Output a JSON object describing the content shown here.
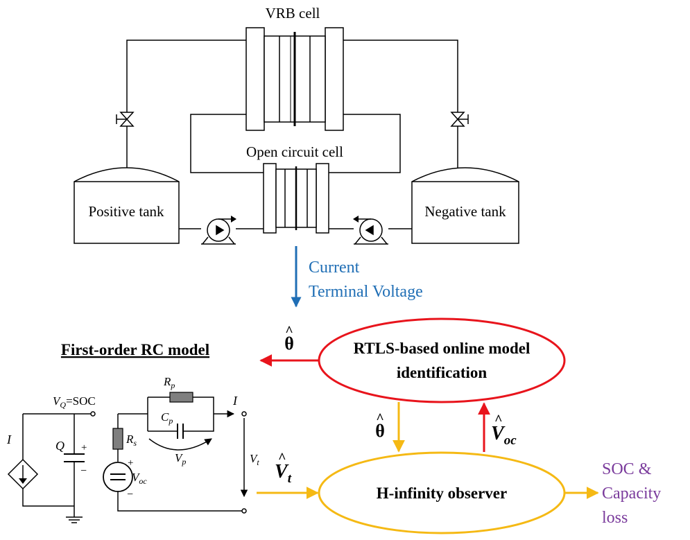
{
  "system": {
    "vrb_cell_label": "VRB cell",
    "open_circuit_cell_label": "Open circuit cell",
    "positive_tank_label": "Positive tank",
    "negative_tank_label": "Negative tank"
  },
  "signals": {
    "measured_line1": "Current",
    "measured_line2": "Terminal Voltage",
    "theta_hat": "θ",
    "theta_hat_2": "θ",
    "vt_hat_main": "V",
    "vt_hat_sub": "t",
    "voc_hat_main": "V",
    "voc_hat_sub": "oc"
  },
  "blocks": {
    "rtls_line1": "RTLS-based online model",
    "rtls_line2": "identification",
    "observer_label": "H-infinity observer"
  },
  "outputs": {
    "line1": "SOC &",
    "line2": "Capacity",
    "line3": "loss"
  },
  "rc_model": {
    "title": "First-order RC model",
    "vq_main": "V",
    "vq_sub": "Q",
    "vq_rest": "=SOC",
    "current_source_label": "I",
    "capacitor_q_label": "Q",
    "rp_main": "R",
    "rp_sub": "p",
    "cp_main": "C",
    "cp_sub": "p",
    "rs_main": "R",
    "rs_sub": "s",
    "vp_main": "V",
    "vp_sub": "p",
    "voc_main": "V",
    "voc_sub": "oc",
    "i_label": "I",
    "vt_main": "V",
    "vt_sub": "t",
    "plus": "+",
    "minus": "−"
  },
  "colors": {
    "line": "#000000",
    "blue_signal": "#1f6eb5",
    "red_block": "#e8141c",
    "yellow_block": "#f5b914",
    "purple_output": "#7a3b9c",
    "resistor_fill": "#7f7f7f"
  }
}
